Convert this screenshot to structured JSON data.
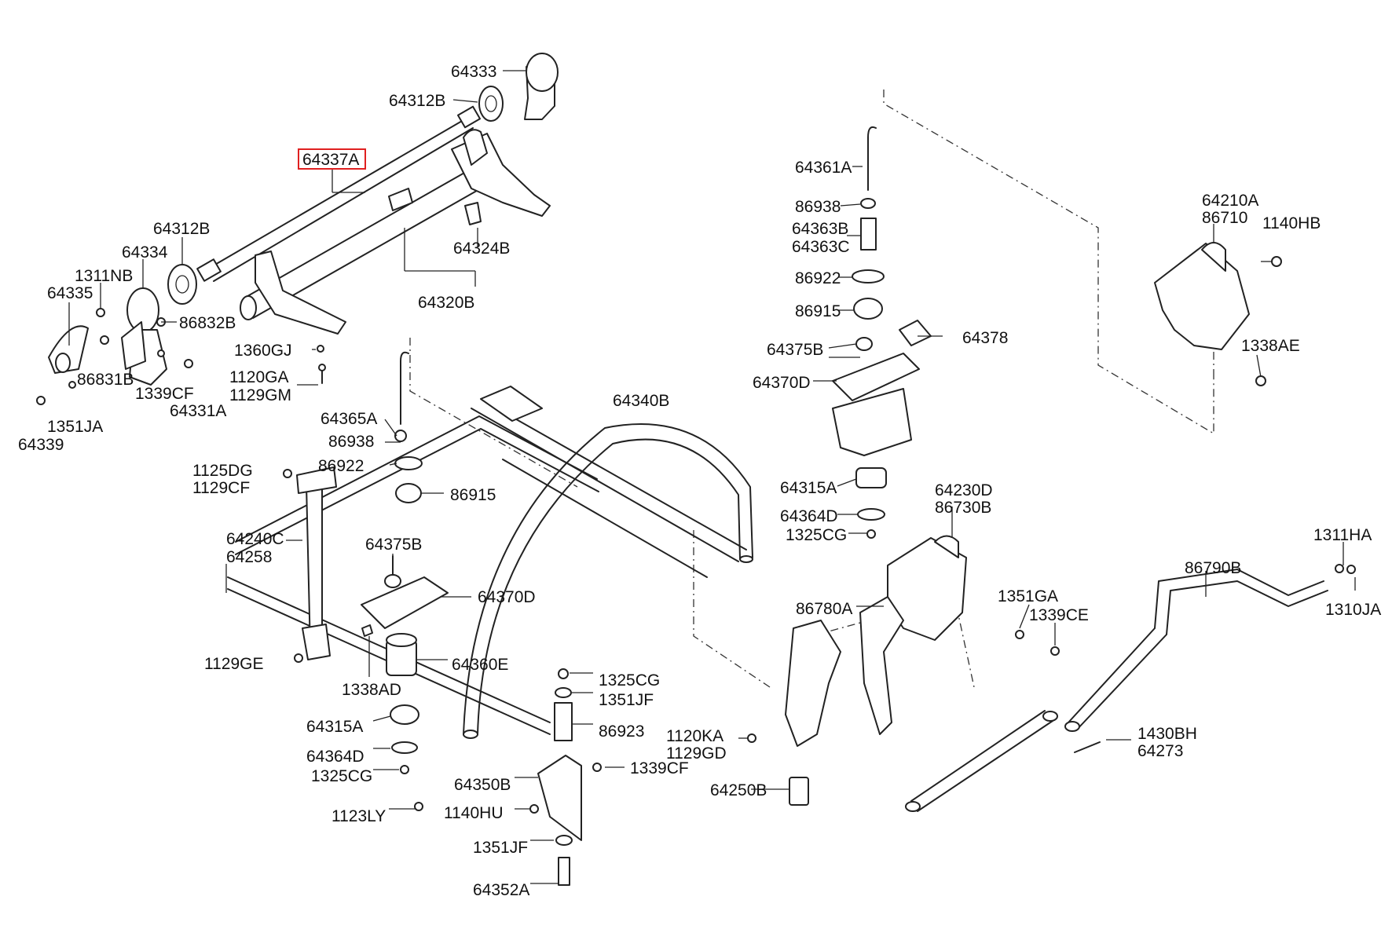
{
  "highlighted_part": "64337A",
  "labels": {
    "p64333": "64333",
    "p64312B_top": "64312B",
    "p64337A": "64337A",
    "p64312B_left": "64312B",
    "p64334": "64334",
    "p64324B": "64324B",
    "p1311NB": "1311NB",
    "p64335": "64335",
    "p86832B": "86832B",
    "p64320B": "64320B",
    "p1360GJ": "1360GJ",
    "p86831B": "86831B",
    "p1339CF_top": "1339CF",
    "p64331A": "64331A",
    "p1120GA": "1120GA",
    "p1129GM": "1129GM",
    "p1351JA": "1351JA",
    "p64339": "64339",
    "p64361A": "64361A",
    "p86938_r": "86938",
    "p64363B": "64363B",
    "p64363C": "64363C",
    "p86922_r": "86922",
    "p86915_r": "86915",
    "p64375B_r": "64375B",
    "p64378": "64378",
    "p64370D_r": "64370D",
    "p64210A": "64210A",
    "p86710": "86710",
    "p1140HB": "1140HB",
    "p1338AE": "1338AE",
    "p64340B": "64340B",
    "p64365A": "64365A",
    "p86938_l": "86938",
    "p1125DG": "1125DG",
    "p1129CF": "1129CF",
    "p86922_l": "86922",
    "p86915_l": "86915",
    "p64315A_r": "64315A",
    "p64364D_r": "64364D",
    "p1325CG_r": "1325CG",
    "p64230D": "64230D",
    "p86730B": "86730B",
    "p64240C": "64240C",
    "p64258": "64258",
    "p64375B_l": "64375B",
    "p64370D_l": "64370D",
    "p1311HA": "1311HA",
    "p86790B": "86790B",
    "p1310JA": "1310JA",
    "p1351GA": "1351GA",
    "p86780A": "86780A",
    "p1339CE": "1339CE",
    "p1129GE": "1129GE",
    "p64360E": "64360E",
    "p1338AD": "1338AD",
    "p1325CG_l": "1325CG",
    "p1351JF_top": "1351JF",
    "p64315A_l": "64315A",
    "p86923": "86923",
    "p1120KA": "1120KA",
    "p1129GD": "1129GD",
    "p1430BH": "1430BH",
    "p64273": "64273",
    "p64364D_l": "64364D",
    "p1325CG_b": "1325CG",
    "p1339CF_b": "1339CF",
    "p64350B": "64350B",
    "p64250B": "64250B",
    "p1123LY": "1123LY",
    "p1140HU": "1140HU",
    "p1351JF_b": "1351JF",
    "p64352A": "64352A"
  }
}
